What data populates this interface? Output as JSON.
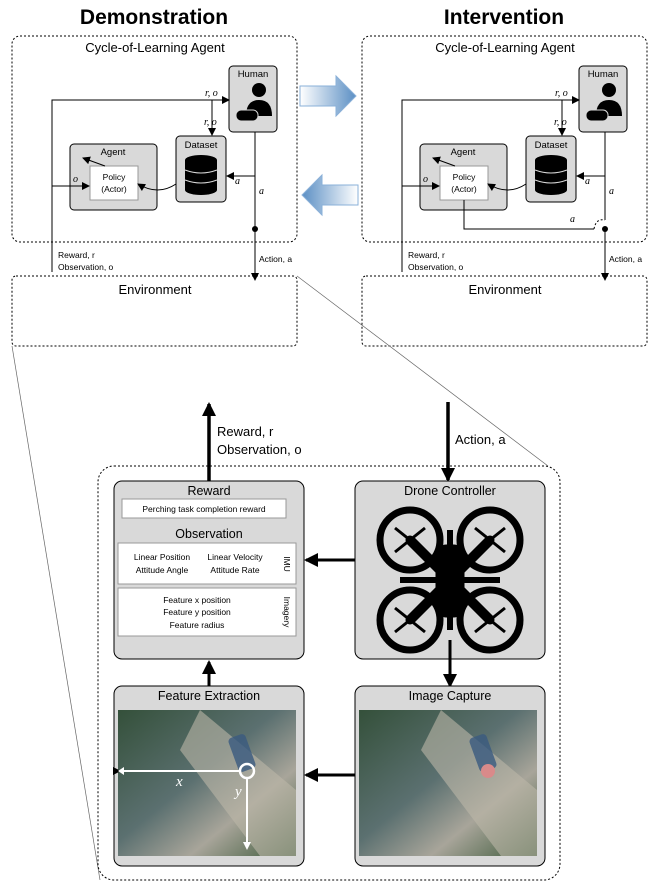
{
  "titles": {
    "left": "Demonstration",
    "right": "Intervention"
  },
  "agent_box": {
    "title": "Cycle-of-Learning Agent",
    "human": "Human",
    "dataset": "Dataset",
    "agent": "Agent",
    "policy_line1": "Policy",
    "policy_line2": "(Actor)"
  },
  "symbols": {
    "r_o": "r, o",
    "o": "o",
    "a": "a"
  },
  "env": {
    "title": "Environment",
    "reward": "Reward, r",
    "observation": "Observation, o",
    "action": "Action, a"
  },
  "bottom": {
    "reward_left": "Reward, r",
    "obs_left": "Observation, o",
    "action_right": "Action, a",
    "reward_panel": {
      "title": "Reward",
      "item": "Perching task completion reward",
      "obs_title": "Observation",
      "imu": [
        "Linear Position",
        "Linear Velocity",
        "Attitude Angle",
        "Attitude Rate"
      ],
      "imu_tag": "IMU",
      "img_items": [
        "Feature x position",
        "Feature y position",
        "Feature radius"
      ],
      "img_tag": "Imagery"
    },
    "drone_panel": {
      "title": "Drone Controller"
    },
    "feature_panel": {
      "title": "Feature Extraction",
      "x": "x",
      "y": "y"
    },
    "capture_panel": {
      "title": "Image Capture"
    }
  },
  "colors": {
    "panel": "#d9d9d9",
    "arrow_blue": "#5b8fc4"
  }
}
